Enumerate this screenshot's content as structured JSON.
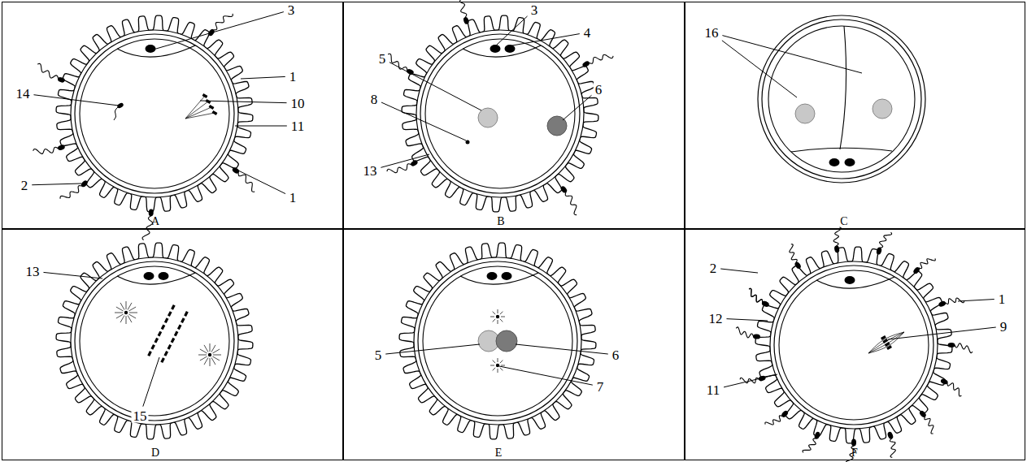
{
  "diagram": {
    "nodes": [
      {
        "text": [
          "A"
        ]
      },
      {
        "text": [
          "B"
        ]
      },
      {
        "text": [
          "C"
        ]
      },
      {
        "text": [
          "D"
        ]
      },
      {
        "text": [
          "E"
        ]
      },
      {
        "text": [
          "F"
        ]
      }
    ],
    "labels": [
      "3",
      "14",
      "1",
      "10",
      "11",
      "2",
      "1",
      "5",
      "3",
      "4",
      "6",
      "8",
      "13",
      "16",
      "13",
      "15",
      "5",
      "6",
      "7",
      "2",
      "1",
      "12",
      "9",
      "11"
    ]
  }
}
